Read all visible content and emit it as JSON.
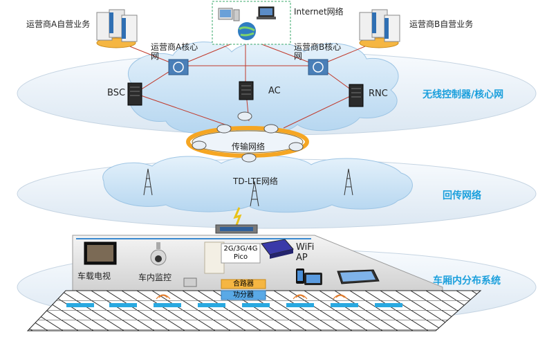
{
  "labels": {
    "op_a_service": "运营商A自营业务",
    "op_b_service": "运营商B自营业务",
    "internet": "Internet网络",
    "op_a_core": "运营商A核心\n网",
    "op_b_core": "运营商B核心\n网",
    "bsc": "BSC",
    "ac": "AC",
    "rnc": "RNC",
    "transport": "传输网络",
    "tdlte": "TD-LTE网络",
    "pico": "2G/3G/4G\nPico",
    "wifi_ap": "WiFi\nAP",
    "tv": "车载电视",
    "monitor": "车内监控",
    "combiner": "合路器",
    "splitter": "功分器"
  },
  "layers": {
    "core": "无线控制器/核心网",
    "backhaul": "回传网络",
    "carriage": "车厢内分布系统"
  },
  "colors": {
    "accent": "#1a9fdc",
    "link_line": "#c0392b",
    "cloud_fill": "#cfe6f6",
    "layer_band": "#e8f0f7",
    "rail_marker": "#29a8e0",
    "combiner_fill": "#f5b642",
    "splitter_fill": "#5aa9e6"
  }
}
